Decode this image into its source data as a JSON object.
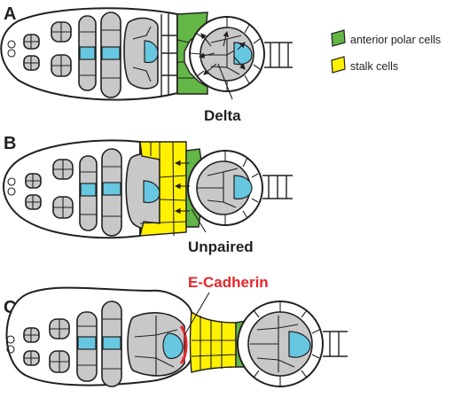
{
  "panels": [
    {
      "letter": "A",
      "signal": "Delta"
    },
    {
      "letter": "B",
      "signal": "Unpaired"
    },
    {
      "letter": "C",
      "signal": "E-Cadherin"
    }
  ],
  "legend": [
    {
      "label": "anterior polar cells",
      "color": "#62b746"
    },
    {
      "label": "stalk cells",
      "color": "#fff100"
    }
  ],
  "colors": {
    "nucleus": "#67c7e0",
    "germ_cell": "#c8c8c8",
    "polar": "#62b746",
    "stalk": "#fff100",
    "adhesion": "#e8262b",
    "ink": "#231f20"
  }
}
